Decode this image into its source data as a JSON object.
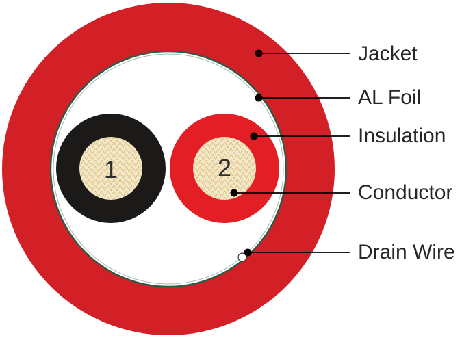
{
  "labels": {
    "jacket": "Jacket",
    "foil": "AL Foil",
    "insulation": "Insulation",
    "conductor": "Conductor",
    "drain_wire": "Drain Wire"
  },
  "cores": {
    "core1": "1",
    "core2": "2"
  },
  "colors": {
    "jacket": "#d32027",
    "foil": "#2e5a46",
    "core1_insulation": "#1c1a19",
    "core2_insulation": "#e31e25",
    "conductor": "#f2e6c4",
    "leader": "#000000"
  }
}
